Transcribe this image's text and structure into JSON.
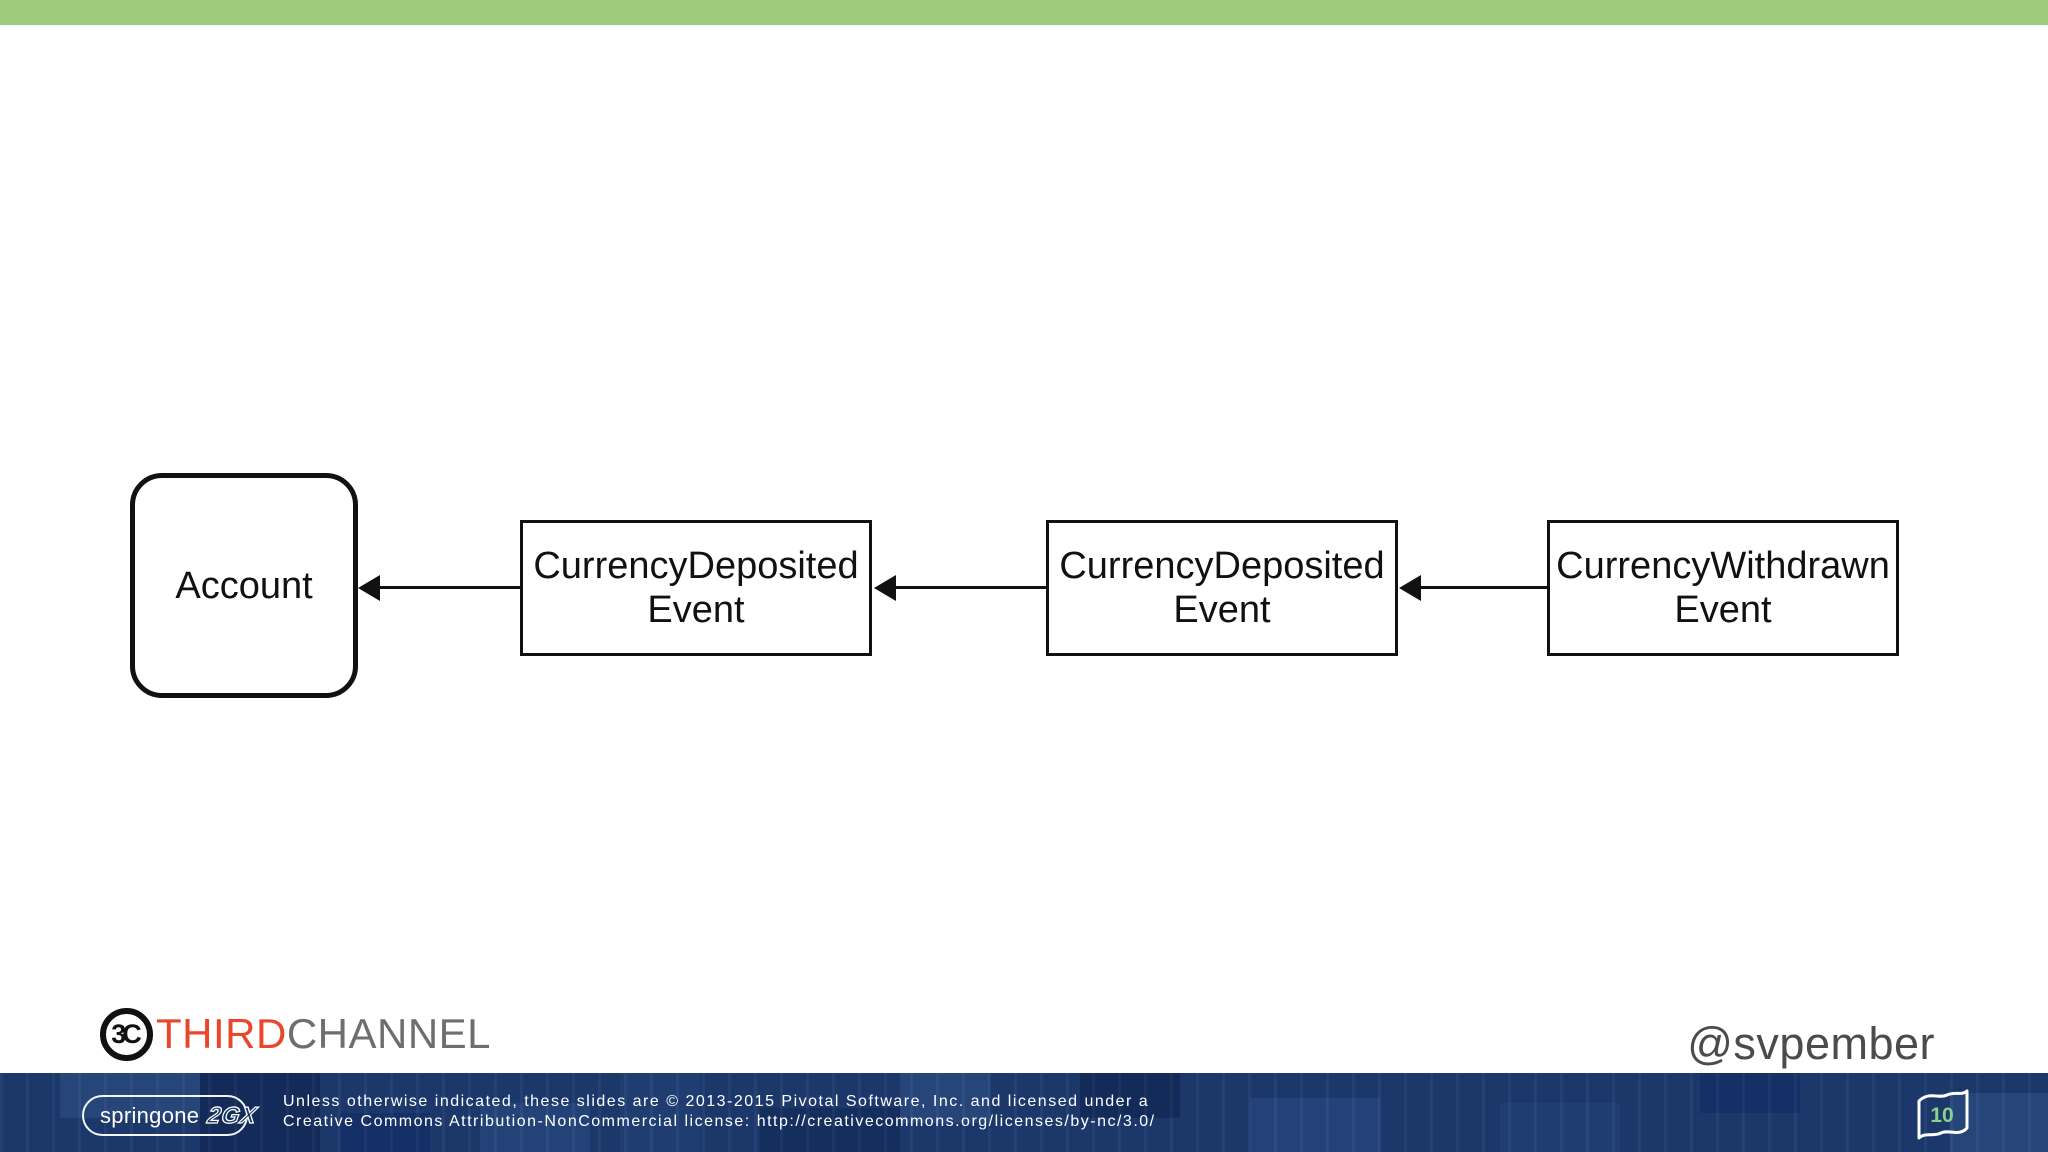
{
  "theme": {
    "top_bar_color": "#9bcb7b",
    "footer_color": "#1d3a6e",
    "diagram_ink": "#111111",
    "accent_red": "#e8472b",
    "brand_gray": "#6e6e6e",
    "page_number_color": "#8bd289"
  },
  "diagram": {
    "account": {
      "label": "Account"
    },
    "events": [
      {
        "line1": "CurrencyDeposited",
        "line2": "Event"
      },
      {
        "line1": "CurrencyDeposited",
        "line2": "Event"
      },
      {
        "line1": "CurrencyWithdrawn",
        "line2": "Event"
      }
    ]
  },
  "branding": {
    "monogram": "3C",
    "name_primary": "THIRD",
    "name_secondary": "CHANNEL",
    "author_handle": "@svpember"
  },
  "footer": {
    "conference": "springone",
    "conference_edition": "2GX",
    "license_line1": "Unless otherwise indicated, these slides are © 2013-2015 Pivotal Software, Inc. and licensed under a",
    "license_line2": "Creative Commons Attribution-NonCommercial license: http://creativecommons.org/licenses/by-nc/3.0/",
    "page_number": "10"
  },
  "icons": {
    "logo": "thirdchannel-3c-icon",
    "page_flag": "flag-icon"
  }
}
